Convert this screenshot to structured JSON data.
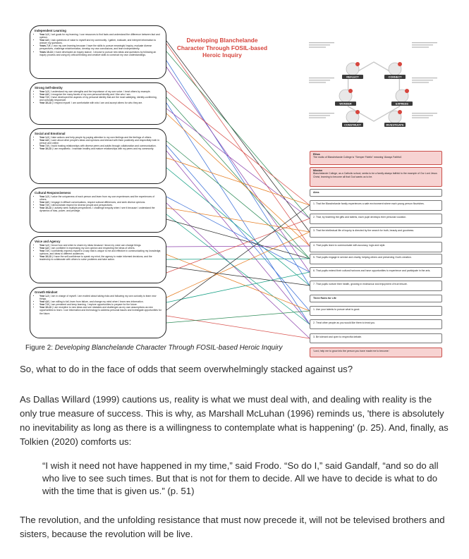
{
  "figure": {
    "title": "Developing Blanchelande Character Through FOSIL-based Heroic Inquiry",
    "left_boxes": [
      {
        "title": "Independent Learning",
        "items": [
          {
            "year": "Year 1-3",
            "text": "| I set goals for my learning. I use resources to find facts and understand the difference between fact and opinion."
          },
          {
            "year": "Year 4-6",
            "text": "| I ask questions of value to myself and my community. I gather, evaluate, and interpret information to answer my questions."
          },
          {
            "year": "Years 7-9",
            "text": "| I own my own learning because I have the skills to pursue meaningful inquiry, evaluate diverse perspectives, challenge misinformation, develop my own conclusions, and learn independently."
          },
          {
            "year": "Years 10-13",
            "text": "| I have developed an inquiry stance. I choose to pursue new ideas and questions by following an inquiry process and using my critical thinking and creative skills to construct my own understandings."
          }
        ]
      },
      {
        "title": "Strong Self-Identity",
        "items": [
          {
            "year": "Year 1-3",
            "text": "| I understand my own strengths and the importance of my own voice. I treat others by example."
          },
          {
            "year": "Year 4-6",
            "text": "| I recognize the many facets of my own personal identity and I like who I am."
          },
          {
            "year": "Year 7-9",
            "text": "| I have developed the aspects of my personal identity that are the most satisfying, identity-confirming, and culturally responsive."
          },
          {
            "year": "Year 10-13",
            "text": "| I respect myself. I am comfortable with who I am and accept others for who they are."
          }
        ]
      },
      {
        "title": "Social and Emotional",
        "items": [
          {
            "year": "Year 1-3",
            "text": "| I take actions and help people by paying attention to my own feelings and the feelings of others."
          },
          {
            "year": "Year 4-6",
            "text": "| I care about other people's ideas and opinions and interact with them positively and respectfully both in person and online."
          },
          {
            "year": "Year 7-9",
            "text": "| I build trusting relationships with diverse peers and adults through collaboration and communication."
          },
          {
            "year": "Year 10-13",
            "text": "| I am empathetic. I maintain healthy and mature relationships with my peers and my community."
          }
        ]
      },
      {
        "title": "Cultural Responsiveness",
        "items": [
          {
            "year": "Year 1-3",
            "text": "| I value the uniqueness of each person and learn from my own experiences and the experiences of others."
          },
          {
            "year": "Year 4-6",
            "text": "| I engage in difficult conversations, respect cultural differences, and seek diverse opinions."
          },
          {
            "year": "Year 7-9",
            "text": "| I demonstrate respect for diverse people and perspectives."
          },
          {
            "year": "Year 10-13",
            "text": "| I actively seek multiple perspectives. I challenge inequity when I see it because I understand the dynamics of bias, power, and privilege."
          }
        ]
      },
      {
        "title": "Voice and Agency",
        "items": [
          {
            "year": "Year 1-3",
            "text": "| I know how and when to share my ideas because I know my voice can change things."
          },
          {
            "year": "Year 4-6",
            "text": "| I am confident in expressing my own opinion and respecting the ideas of others."
          },
          {
            "year": "Year 7-9",
            "text": "| I confidently express myself in a way that is unique to me and effective in communicating my knowledge, opinions, and ideas to different audiences."
          },
          {
            "year": "Year 10-13",
            "text": "| I have the self-confidence to speak my mind, the agency to make informed decisions, and the leadership to collaborate with others to solve problems and take action."
          }
        ]
      },
      {
        "title": "Growth Mindset",
        "items": [
          {
            "year": "Year 1-3",
            "text": "| I am in charge of myself. I am excited about taking risks and following my own curiosity to learn new things."
          },
          {
            "year": "Year 4-6",
            "text": "| I am willing to fail, learn from failure, and change my mind when I learn new information."
          },
          {
            "year": "Year 7-9",
            "text": "| I am persistent and keep learning. I explore opportunities to prepare for the future."
          },
          {
            "year": "Year 10-13",
            "text": "| I am receptive to new ideas and see mistakes and challenges as my own assumptions as new opportunities to learn. I use information and technology to address personal issues and investigate opportunities for the future."
          }
        ]
      }
    ],
    "wheel_labels": [
      "REFLECT",
      "CONNECT",
      "EXPRESS",
      "WONDER",
      "CONSTRUCT",
      "INVESTIGATE"
    ],
    "right_boxes": {
      "ethos": {
        "title": "Ethos",
        "text": "The motto of Blanchelande College is \"Semper Fidelis\" meaning 'Always Faithful'."
      },
      "mission": {
        "title": "Mission",
        "text": "Blanchelande College, as a Catholic school, seeks to be a family always faithful to the example of Our Lord Jesus Christ, learning to become all that God wants us to be."
      },
      "aims_title": "Aims",
      "aims": [
        "1. That the Blanchelande family experiences a safe environment where each young person flourishes.",
        "2. That, by fostering the gifts and talents, each pupil develops their personal vocation.",
        "3. That the intellectual life of inquiry is directed by the search for truth, beauty and goodness.",
        "4. That pupils learn to communicate with accuracy, logic and style.",
        "5. That pupils engage in service and charity, helping others and preserving God's creation.",
        "6. That pupils extend their cultural horizons and have opportunities to experience and participate in the arts.",
        "7. That pupils nurture their health, growing in endeavour and enjoyment of true leisure."
      ],
      "rules_title": "Three Rules for Life",
      "rules": [
        "1. Use your talents to pursue what is good.",
        "2. Treat other people as you would like them to treat you.",
        "3. Be tolerant and open to respectful debate."
      ],
      "prayer": "'Lord, help me to grow into the person you have made me to become.'"
    },
    "caption_label": "Figure 2:",
    "caption_text": "Developing Blanchelande Character Through FOSIL-based Heroic Inquiry"
  },
  "text": {
    "p1": "So, what to do in the face of odds that seem overwhelmingly stacked against us?",
    "p2": "As Dallas Willard (1999) cautions us, reality is what we must deal with, and dealing with reality is the only true measure of success. This is why, as Marshall McLuhan (1996) reminds us, 'there is absolutely no inevitability as long as there is a willingness to contemplate what is happening' (p. 25). And, finally, as Tolkien (2020) comforts us:",
    "quote": "“I wish it need not have happened in my time,” said Frodo. “So do I,” said Gandalf, “and so do all who live to see such times. But that is not for them to decide. All we have to decide is what to do with the time that is given us.” (p. 51)",
    "p3": "The revolution, and the unfolding resistance that must now precede it, will not be televised brothers and sisters, because the revolution will be live."
  },
  "colors": {
    "title_red": "#d6453d",
    "pink_fill": "#f7d3d2",
    "line_colors": [
      "#2b2b2b",
      "#d9534f",
      "#2e8b57",
      "#3a6fd8",
      "#8e44ad",
      "#e67e22",
      "#16a085"
    ]
  }
}
